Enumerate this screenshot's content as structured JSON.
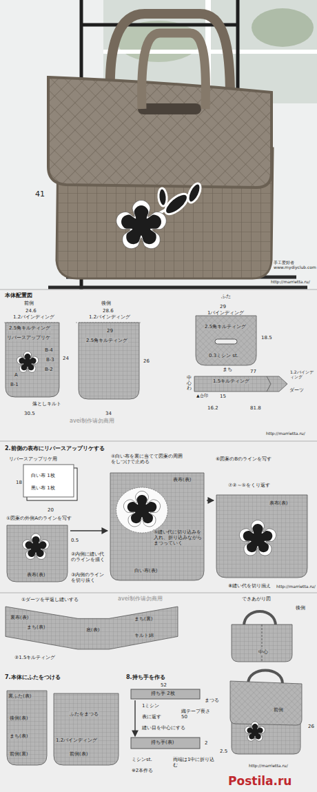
{
  "diagram": {
    "nodes": [
      {
        "text": [
          "前側",
          "2.5角キルティング",
          "リバースアップリケ",
          "A",
          "B-1",
          "B-2",
          "B-3",
          "B-4"
        ]
      },
      {
        "text": [
          "後側",
          "29",
          "2.5角キルティング"
        ]
      },
      {
        "text": [
          "ふた",
          "2.5角キルティング",
          "0.3ミシン st."
        ]
      },
      {
        "text": [
          "まち",
          "1.5キルティング"
        ]
      },
      {
        "text": [
          "白い布 1枚",
          "黒い布 1枚"
        ]
      },
      {
        "text": [
          "表布(表)"
        ]
      },
      {
        "text": [
          "表布(表)",
          "⑤縫い代に切り込みを入れ、折り込みながらまつっていく",
          "白い布(表)"
        ]
      },
      {
        "text": [
          "表布(表)"
        ]
      },
      {
        "text": [
          "裏布(表)",
          "まち(表)",
          "底(表)",
          "まち(裏)",
          "キルト綿"
        ]
      },
      {
        "text": [
          "後側",
          "中心"
        ]
      },
      {
        "text": [
          "前側"
        ]
      },
      {
        "text": [
          "裏ふた(表)",
          "後側(表)",
          "まち(表)",
          "前側(裏)"
        ]
      },
      {
        "text": [
          "ふたをまつる",
          "1.2バインディング",
          "前側(表)"
        ]
      },
      {
        "text": [
          "持ち手 2枚"
        ]
      },
      {
        "text": [
          "持ち手(表)"
        ]
      }
    ],
    "edges": [
      {
        "from": 5,
        "to": 6,
        "arrow": "to"
      },
      {
        "from": 6,
        "to": 7,
        "arrow": "to"
      },
      {
        "from": 13,
        "to": 14,
        "arrow": "to"
      }
    ],
    "labels": [
      "41",
      "手工爱好者 www.mydiyclub.com",
      "http://marrietta.ru/",
      "本体配置図",
      "24.6",
      "1.2バインディング",
      "24",
      "落としキルト",
      "30.5",
      "28.6",
      "1.2バインディング",
      "26",
      "34",
      "29",
      "1バインディング",
      "18.5",
      "中心わ",
      "▲合印",
      "15",
      "77",
      "1.2バインディング",
      "ダーツ",
      "16.2",
      "81.8",
      "avei制作请勿商用",
      "http://marrietta.ru/",
      "2.前側の表布にリバースアップリケする",
      "リバースアップリケ用",
      "18",
      "20",
      "①図案の外側Aのラインを写す",
      "0.5",
      "②内側に縫い代のラインを描く",
      "③内側のラインを切り抜く",
      "④白い布を裏に当てて図案の周囲をしつけで止める",
      "⑥図案のBのラインを写す",
      "⑦②～⑤をくり返す",
      "⑧縫い代を切り揃え",
      "http://marrietta.ru/",
      "①ダーツを平返し縫いする",
      "avei制作请勿商用",
      "②1.5キルティング",
      "できあがり図",
      "まつる",
      "2.5",
      "26",
      "7.本体にふたをつける",
      "8.持ち手を作る",
      "52",
      "1ミシン",
      "表に返す",
      "縫い目を中心にする",
      "織テープ長さ50",
      "2",
      "ミシンst.",
      "※2本作る",
      "両端は1中に折り込む",
      "http://marrietta.ru/",
      "Postila.ru"
    ]
  }
}
